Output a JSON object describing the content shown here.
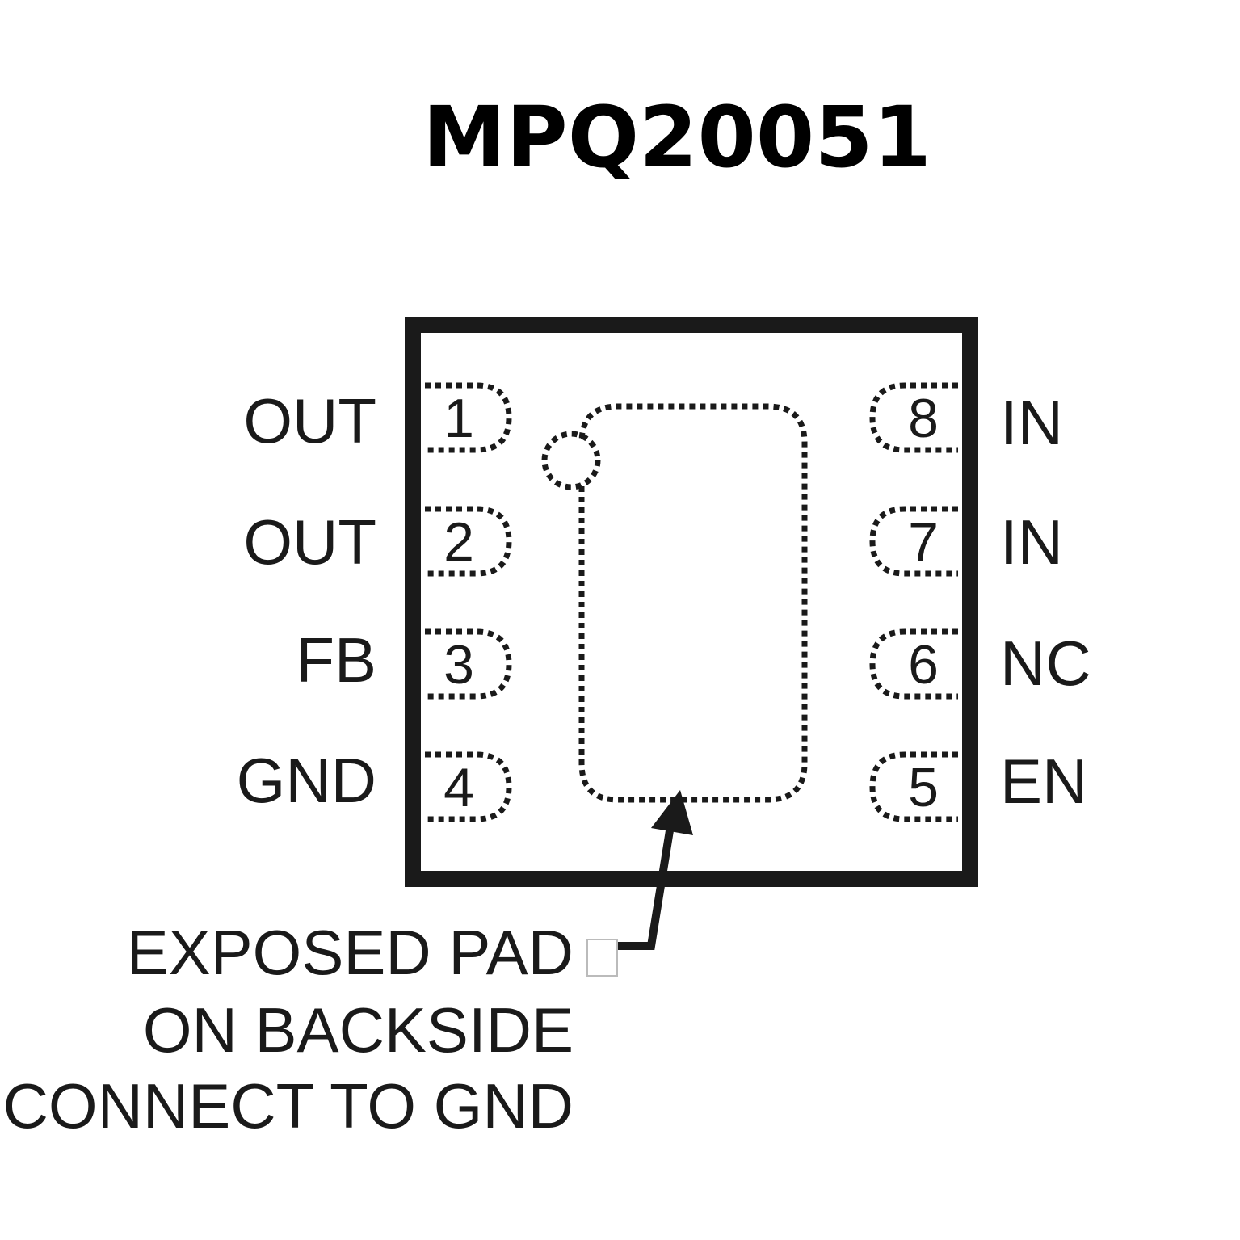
{
  "title": "MPQ20051",
  "pins_left": [
    {
      "number": "1",
      "name": "OUT"
    },
    {
      "number": "2",
      "name": "OUT"
    },
    {
      "number": "3",
      "name": "FB"
    },
    {
      "number": "4",
      "name": "GND"
    }
  ],
  "pins_right": [
    {
      "number": "8",
      "name": "IN"
    },
    {
      "number": "7",
      "name": "IN"
    },
    {
      "number": "6",
      "name": "NC"
    },
    {
      "number": "5",
      "name": "EN"
    }
  ],
  "note": {
    "line1": "EXPOSED PAD",
    "line2": "ON BACKSIDE",
    "line3": "CONNECT TO GND"
  },
  "colors": {
    "outline": "#1a1a1a",
    "background": "#ffffff"
  }
}
